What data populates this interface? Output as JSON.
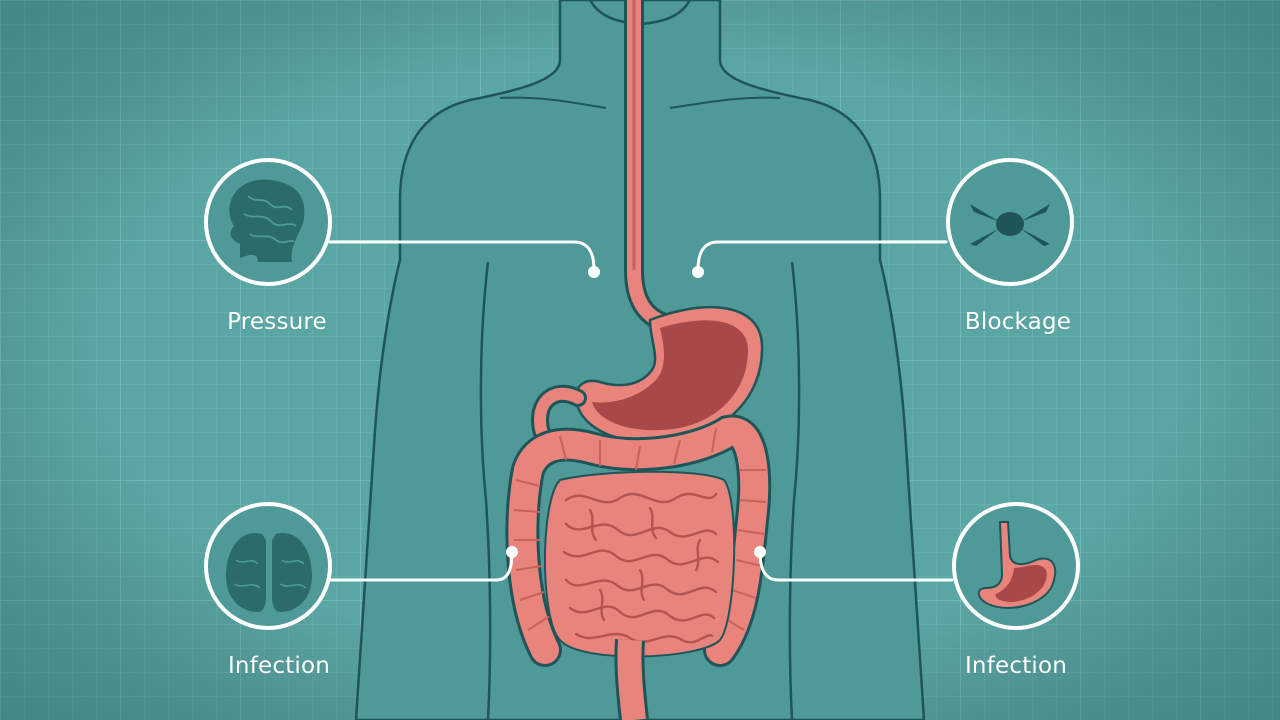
{
  "labels": {
    "top_left": "Pressure",
    "top_right": "Blockage",
    "bottom_left": "Infection",
    "bottom_right": "Infection"
  },
  "icons": {
    "top_left": "brain-head-icon",
    "top_right": "insect-blockage-icon",
    "bottom_left": "lungs-icon",
    "bottom_right": "stomach-icon"
  },
  "colors": {
    "background": "#5aa6a4",
    "body_fill": "#4f9a99",
    "outline": "#1f5558",
    "organ_fill": "#e8847c",
    "stomach_fill": "#a84848",
    "icon_dark": "#2b6b6a",
    "callout_line": "#ffffff"
  }
}
